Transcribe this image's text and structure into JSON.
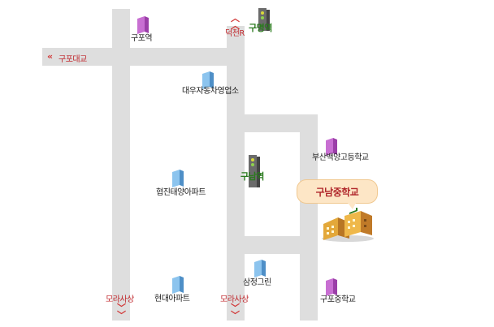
{
  "places": {
    "gupo_station": "구포역",
    "daewoo_motors": "대우자동차영업소",
    "busan_baekyang_hs": "부산백양고등학교",
    "hyupjin_apt": "협진태양아파트",
    "samjeong_green": "삼정그린",
    "hyundai_apt": "현대아파트",
    "gupo_ms": "구포중학교"
  },
  "stations": {
    "gumyeong": "구명역",
    "gunam": "구남역"
  },
  "directions": {
    "deokcheon": "덕천R",
    "gupo_bridge": "구포대교",
    "morasasang_left": "모라사상",
    "morasasang_right": "모라사상"
  },
  "target": {
    "name": "구남중학교"
  },
  "colors": {
    "road": "#dedede",
    "direction_text": "#c0282d",
    "station_text": "#2a7a1e",
    "callout_bg": "#fde6c6"
  },
  "icons": {
    "building_purple": "purple-building-icon",
    "building_blue": "blue-building-icon",
    "subway": "subway-station-icon",
    "school": "school-building-icon"
  }
}
